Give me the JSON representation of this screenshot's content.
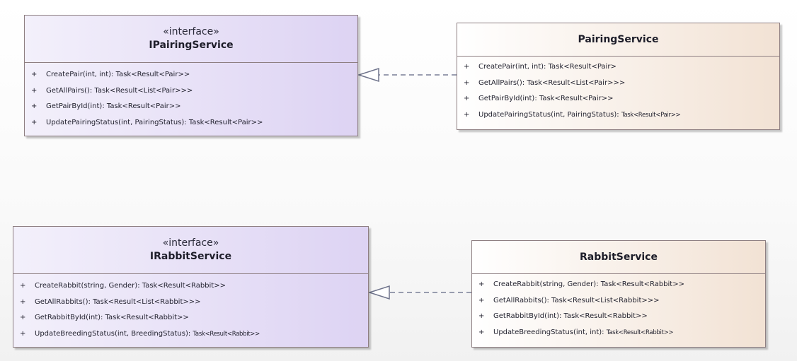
{
  "diagram": {
    "classes": [
      {
        "id": "ipairing",
        "stereotype": "«interface»",
        "name": "IPairingService",
        "operations": [
          {
            "vis": "+",
            "sig": "CreatePair(int, int): Task<Result<Pair>>"
          },
          {
            "vis": "+",
            "sig": "GetAllPairs(): Task<Result<List<Pair>>>"
          },
          {
            "vis": "+",
            "sig": "GetPairById(int): Task<Result<Pair>>"
          },
          {
            "vis": "+",
            "sig": "UpdatePairingStatus(int, PairingStatus): Task<Result<Pair>>"
          }
        ]
      },
      {
        "id": "pairing",
        "name": "PairingService",
        "operations": [
          {
            "vis": "+",
            "sig": "CreatePair(int, int): Task<Result<Pair>"
          },
          {
            "vis": "+",
            "sig": "GetAllPairs(): Task<Result<List<Pair>>>"
          },
          {
            "vis": "+",
            "sig": "GetPairById(int): Task<Result<Pair>>"
          },
          {
            "vis": "+",
            "sig": "UpdatePairingStatus(int, PairingStatus): ",
            "tail": "Task<Result<Pair>>"
          }
        ]
      },
      {
        "id": "irabbit",
        "stereotype": "«interface»",
        "name": "IRabbitService",
        "operations": [
          {
            "vis": "+",
            "sig": "CreateRabbit(string, Gender): Task<Result<Rabbit>>"
          },
          {
            "vis": "+",
            "sig": "GetAllRabbits(): Task<Result<List<Rabbit>>>"
          },
          {
            "vis": "+",
            "sig": "GetRabbitById(int): Task<Result<Rabbit>>"
          },
          {
            "vis": "+",
            "sig": "UpdateBreedingStatus(int, BreedingStatus): ",
            "tail": "Task<Result<Rabbit>>"
          }
        ]
      },
      {
        "id": "rabbit",
        "name": "RabbitService",
        "operations": [
          {
            "vis": "+",
            "sig": "CreateRabbit(string, Gender): Task<Result<Rabbit>>"
          },
          {
            "vis": "+",
            "sig": "GetAllRabbits(): Task<Result<List<Rabbit>>>"
          },
          {
            "vis": "+",
            "sig": "GetRabbitById(int): Task<Result<Rabbit>>"
          },
          {
            "vis": "+",
            "sig": "UpdateBreedingStatus(int, int): ",
            "tail": "Task<Result<Rabbit>>"
          }
        ]
      }
    ],
    "relations": [
      {
        "type": "realization",
        "from": "PairingService",
        "to": "IPairingService"
      },
      {
        "type": "realization",
        "from": "RabbitService",
        "to": "IRabbitService"
      }
    ],
    "colors": {
      "interface_fill": "#ddd3f3",
      "class_fill": "#f2e2d4",
      "border": "#8e7f82",
      "connector": "#7a7f96"
    }
  }
}
